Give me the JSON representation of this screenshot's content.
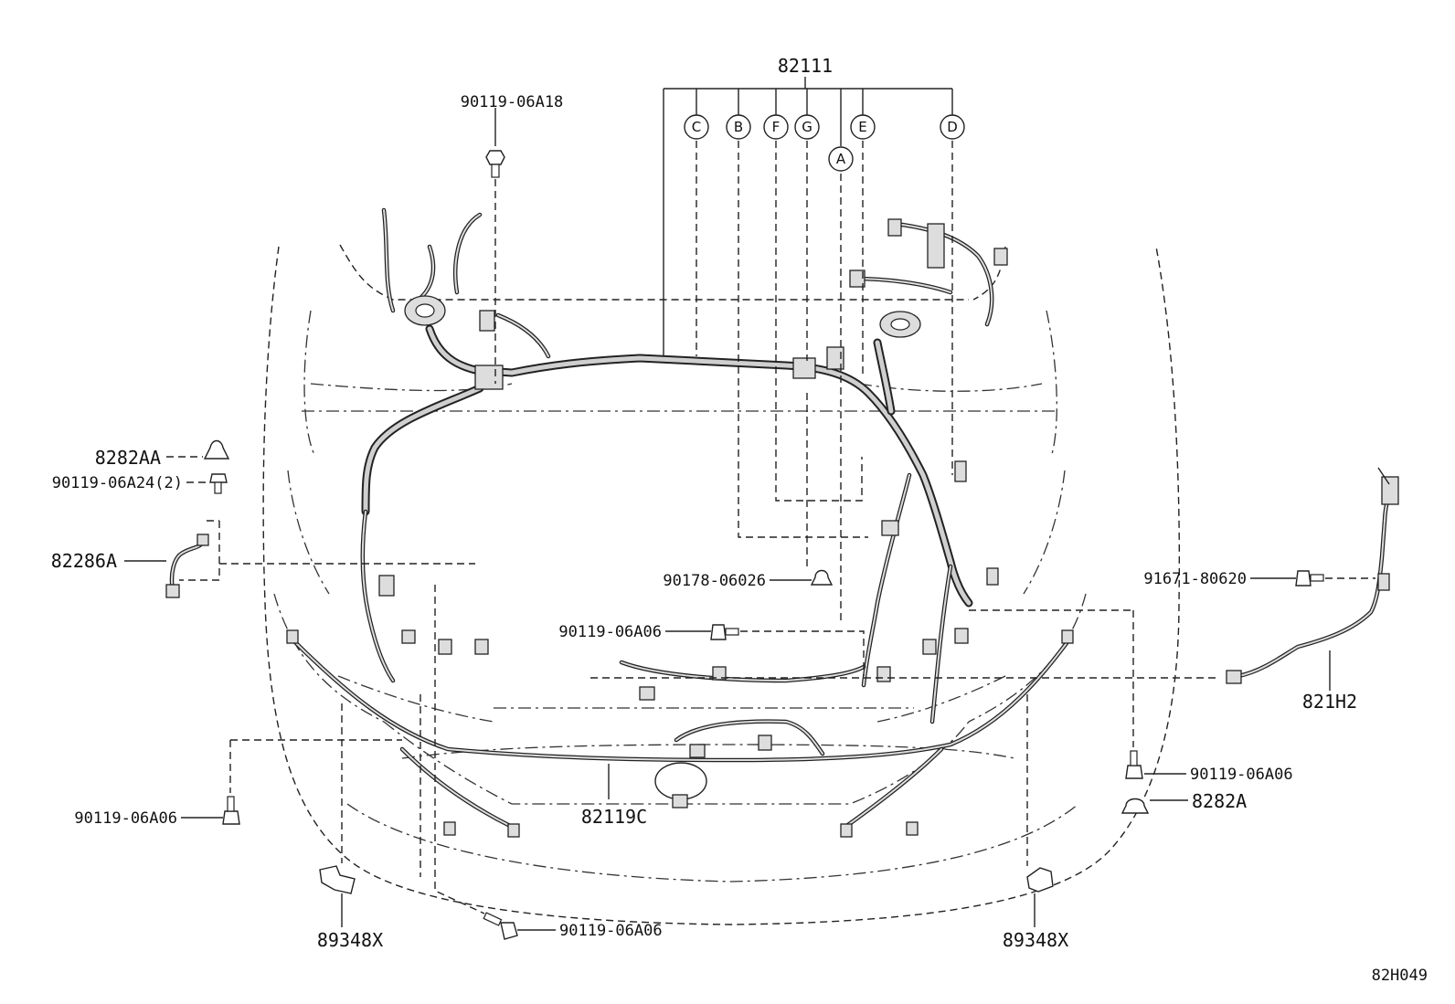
{
  "diagram": {
    "code": "82H049",
    "main_harness": "82111",
    "sub_harness": "82119C",
    "circle_refs": [
      "C",
      "B",
      "F",
      "G",
      "A",
      "E",
      "D"
    ],
    "parts": {
      "bolt_top": "90119-06A18",
      "clip_left": "8282AA",
      "bolt_left": "90119-06A24(2)",
      "wire_left": "82286A",
      "clamp_center": "90178-06026",
      "bolt_center": "90119-06A06",
      "bolt_right_top": "91671-80620",
      "wire_right": "821H2",
      "bolt_right": "90119-06A06",
      "clip_right": "8282A",
      "bolt_lower_left": "90119-06A06",
      "bracket_left": "89348X",
      "bolt_bottom": "90119-06A06",
      "bracket_right": "89348X"
    }
  }
}
